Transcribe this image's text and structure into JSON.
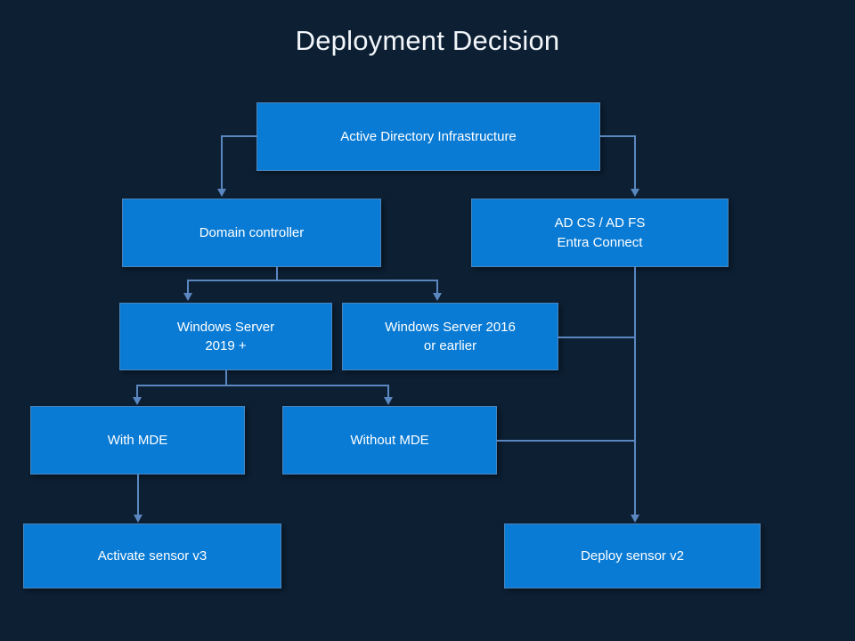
{
  "slide": {
    "title": "Deployment Decision",
    "background_color": "#0c1f33",
    "node_fill_color": "#0a7bd4",
    "node_border_color": "#4a86bf",
    "connector_color": "#5b87c0",
    "text_color": "#ffffff",
    "title_color": "#f2f6fa"
  },
  "nodes": {
    "root": "Active Directory Infrastructure",
    "domain_controller": "Domain controller",
    "adcs_adfs": "AD CS / AD FS\nEntra Connect",
    "ws_2019_plus": "Windows Server\n2019 +",
    "ws_2016_or_earlier": "Windows Server 2016\nor earlier",
    "with_mde": "With MDE",
    "without_mde": "Without MDE",
    "activate_sensor_v3": "Activate sensor v3",
    "deploy_sensor_v2": "Deploy sensor v2"
  },
  "chart_data": {
    "type": "diagram",
    "title": "Deployment Decision",
    "diagram_kind": "decision-flowchart",
    "orientation": "top-down",
    "levels": [
      [
        "Active Directory Infrastructure"
      ],
      [
        "Domain controller",
        "AD CS / AD FS Entra Connect"
      ],
      [
        "Windows Server 2019 +",
        "Windows Server 2016 or earlier"
      ],
      [
        "With MDE",
        "Without MDE"
      ],
      [
        "Activate sensor v3",
        "Deploy sensor v2"
      ]
    ],
    "edges": [
      {
        "from": "Active Directory Infrastructure",
        "to": "Domain controller"
      },
      {
        "from": "Active Directory Infrastructure",
        "to": "AD CS / AD FS Entra Connect"
      },
      {
        "from": "Domain controller",
        "to": "Windows Server 2019 +"
      },
      {
        "from": "Domain controller",
        "to": "Windows Server 2016 or earlier"
      },
      {
        "from": "Windows Server 2019 +",
        "to": "With MDE"
      },
      {
        "from": "Windows Server 2019 +",
        "to": "Without MDE"
      },
      {
        "from": "With MDE",
        "to": "Activate sensor v3"
      },
      {
        "from": "Without MDE",
        "to": "Deploy sensor v2"
      },
      {
        "from": "Windows Server 2016 or earlier",
        "to": "Deploy sensor v2"
      },
      {
        "from": "AD CS / AD FS Entra Connect",
        "to": "Deploy sensor v2"
      }
    ]
  }
}
